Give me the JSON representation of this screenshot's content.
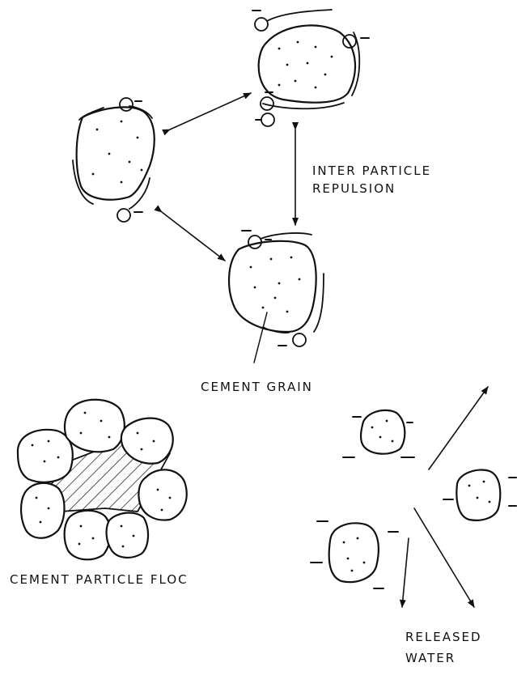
{
  "labels": {
    "repulsion_line1": "INTER PARTICLE",
    "repulsion_line2": "REPULSION",
    "cement_grain": "CEMENT GRAIN",
    "cement_floc": "CEMENT PARTICLE FLOC",
    "released_line1": "RELEASED",
    "released_line2": "WATER"
  },
  "charges": {
    "negative_sign": "−"
  },
  "colors": {
    "ink": "#111111",
    "background": "#ffffff"
  }
}
